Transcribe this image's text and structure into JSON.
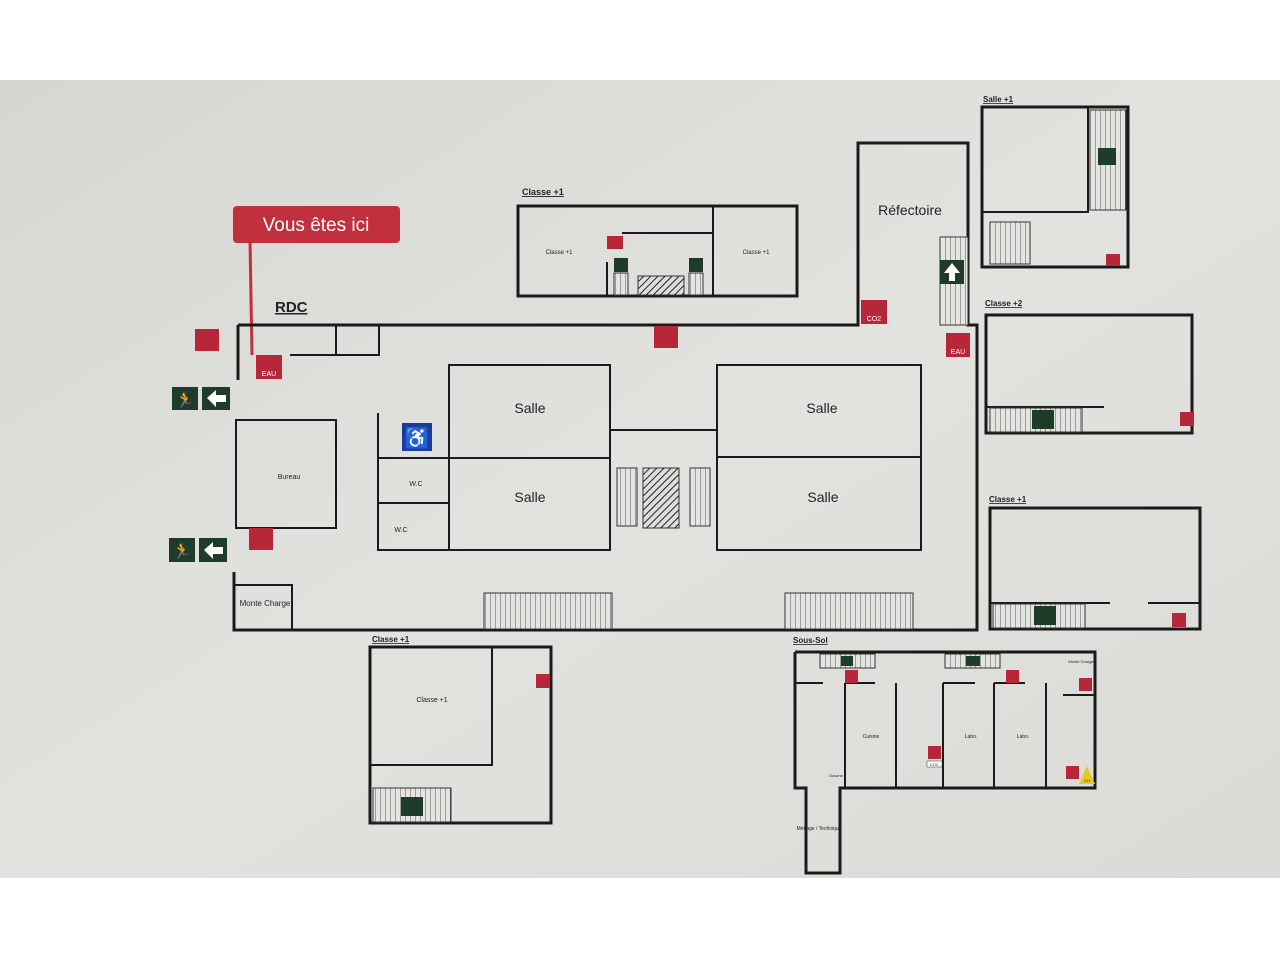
{
  "you_are_here": {
    "label": "Vous êtes ici",
    "color": "#c0303d"
  },
  "ground_floor": {
    "title": "RDC",
    "rooms": {
      "refectoire": "Réfectoire",
      "salle_1": "Salle",
      "salle_2": "Salle",
      "salle_3": "Salle",
      "salle_4": "Salle",
      "bureau": "Bureau",
      "wc_1": "W.C",
      "wc_2": "W.C",
      "monte_charge": "Monte Charge"
    },
    "extinguishers": {
      "entrance": "EAU",
      "refectoire": "CO2",
      "right": "EAU"
    }
  },
  "top_plan": {
    "title": "Classe +1",
    "room_left": "Classe +1",
    "room_right": "Classe +1"
  },
  "salle_plus1": {
    "title": "Salle +1"
  },
  "classe_plus2": {
    "title": "Classe +2"
  },
  "classe_plus1_right": {
    "title": "Classe +1"
  },
  "bottom_plan": {
    "title": "Classe +1",
    "room": "Classe +1"
  },
  "basement": {
    "title": "Sous-Sol",
    "rooms": {
      "cuisine": "Cuisine",
      "labo_1": "Labo.",
      "labo_2": "Labo.",
      "douche": "Douche",
      "menage": "Ménage / Technique",
      "monte_charge": "Monte Charge"
    },
    "extinguisher": "CO2",
    "hazard": "CH"
  },
  "colors": {
    "fire_equipment": "#b8263a",
    "exit_sign": "#1f3b2a",
    "accessibility": "#1c3c9c",
    "paper": "#dcdcd8"
  },
  "icons": [
    "fire-extinguisher-icon",
    "fire-alarm-icon",
    "emergency-exit-icon",
    "arrow-left-icon",
    "arrow-up-icon",
    "arrow-down-icon",
    "wheelchair-icon",
    "hazard-warning-icon"
  ]
}
